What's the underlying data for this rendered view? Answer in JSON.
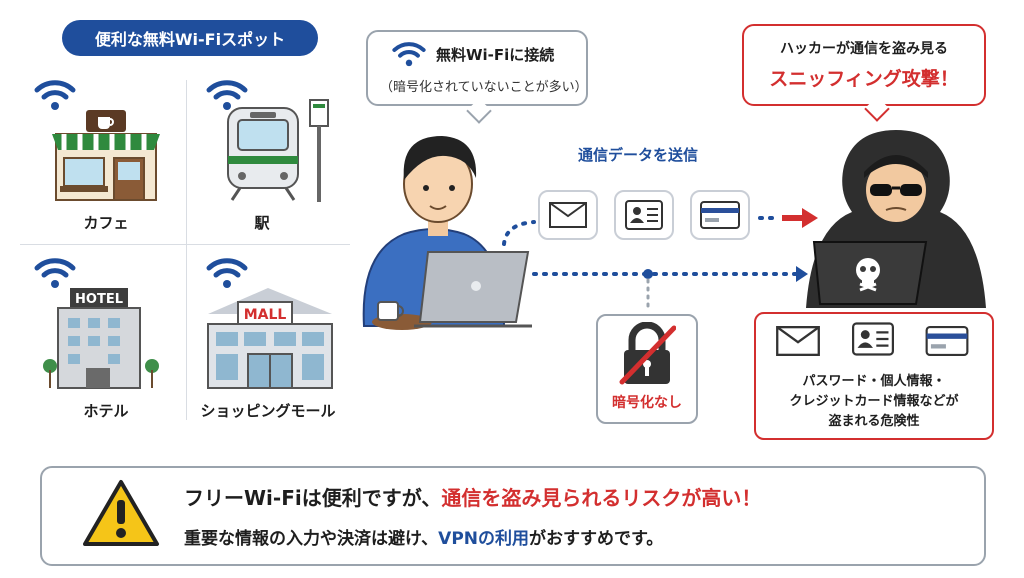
{
  "spots": {
    "title": "便利な無料Wi-Fiスポット",
    "items": [
      {
        "label": "カフェ",
        "icon": "cafe-icon"
      },
      {
        "label": "駅",
        "icon": "train-icon"
      },
      {
        "label": "ホテル",
        "icon": "hotel-icon",
        "sign": "HOTEL"
      },
      {
        "label": "ショッピングモール",
        "icon": "mall-icon",
        "sign": "MALL"
      }
    ]
  },
  "user": {
    "bubble_line1": "無料Wi-Fiに接続",
    "bubble_line2": "（暗号化されていないことが多い）"
  },
  "transfer": {
    "label": "通信データを送信",
    "cards": [
      "mail-icon",
      "id-card-icon",
      "credit-card-icon"
    ],
    "lock_label": "暗号化なし"
  },
  "hacker": {
    "bubble_line1": "ハッカーが通信を盗み見る",
    "bubble_line2": "スニッフィング攻撃！",
    "danger_line1": "パスワード・個人情報・",
    "danger_line2": "クレジットカード情報などが",
    "danger_line3": "盗まれる危険性"
  },
  "warning": {
    "line1_a": "フリーWi-Fiは便利ですが、",
    "line1_b": "通信を盗み見られるリスクが高い！",
    "line2_a": "重要な情報の入力や決済は避け、",
    "line2_b": "VPNの利用",
    "line2_c": "がおすすめです。"
  },
  "colors": {
    "brand_blue": "#1f4e9c",
    "danger_red": "#d32f2f",
    "warning_yellow": "#f5c518"
  }
}
